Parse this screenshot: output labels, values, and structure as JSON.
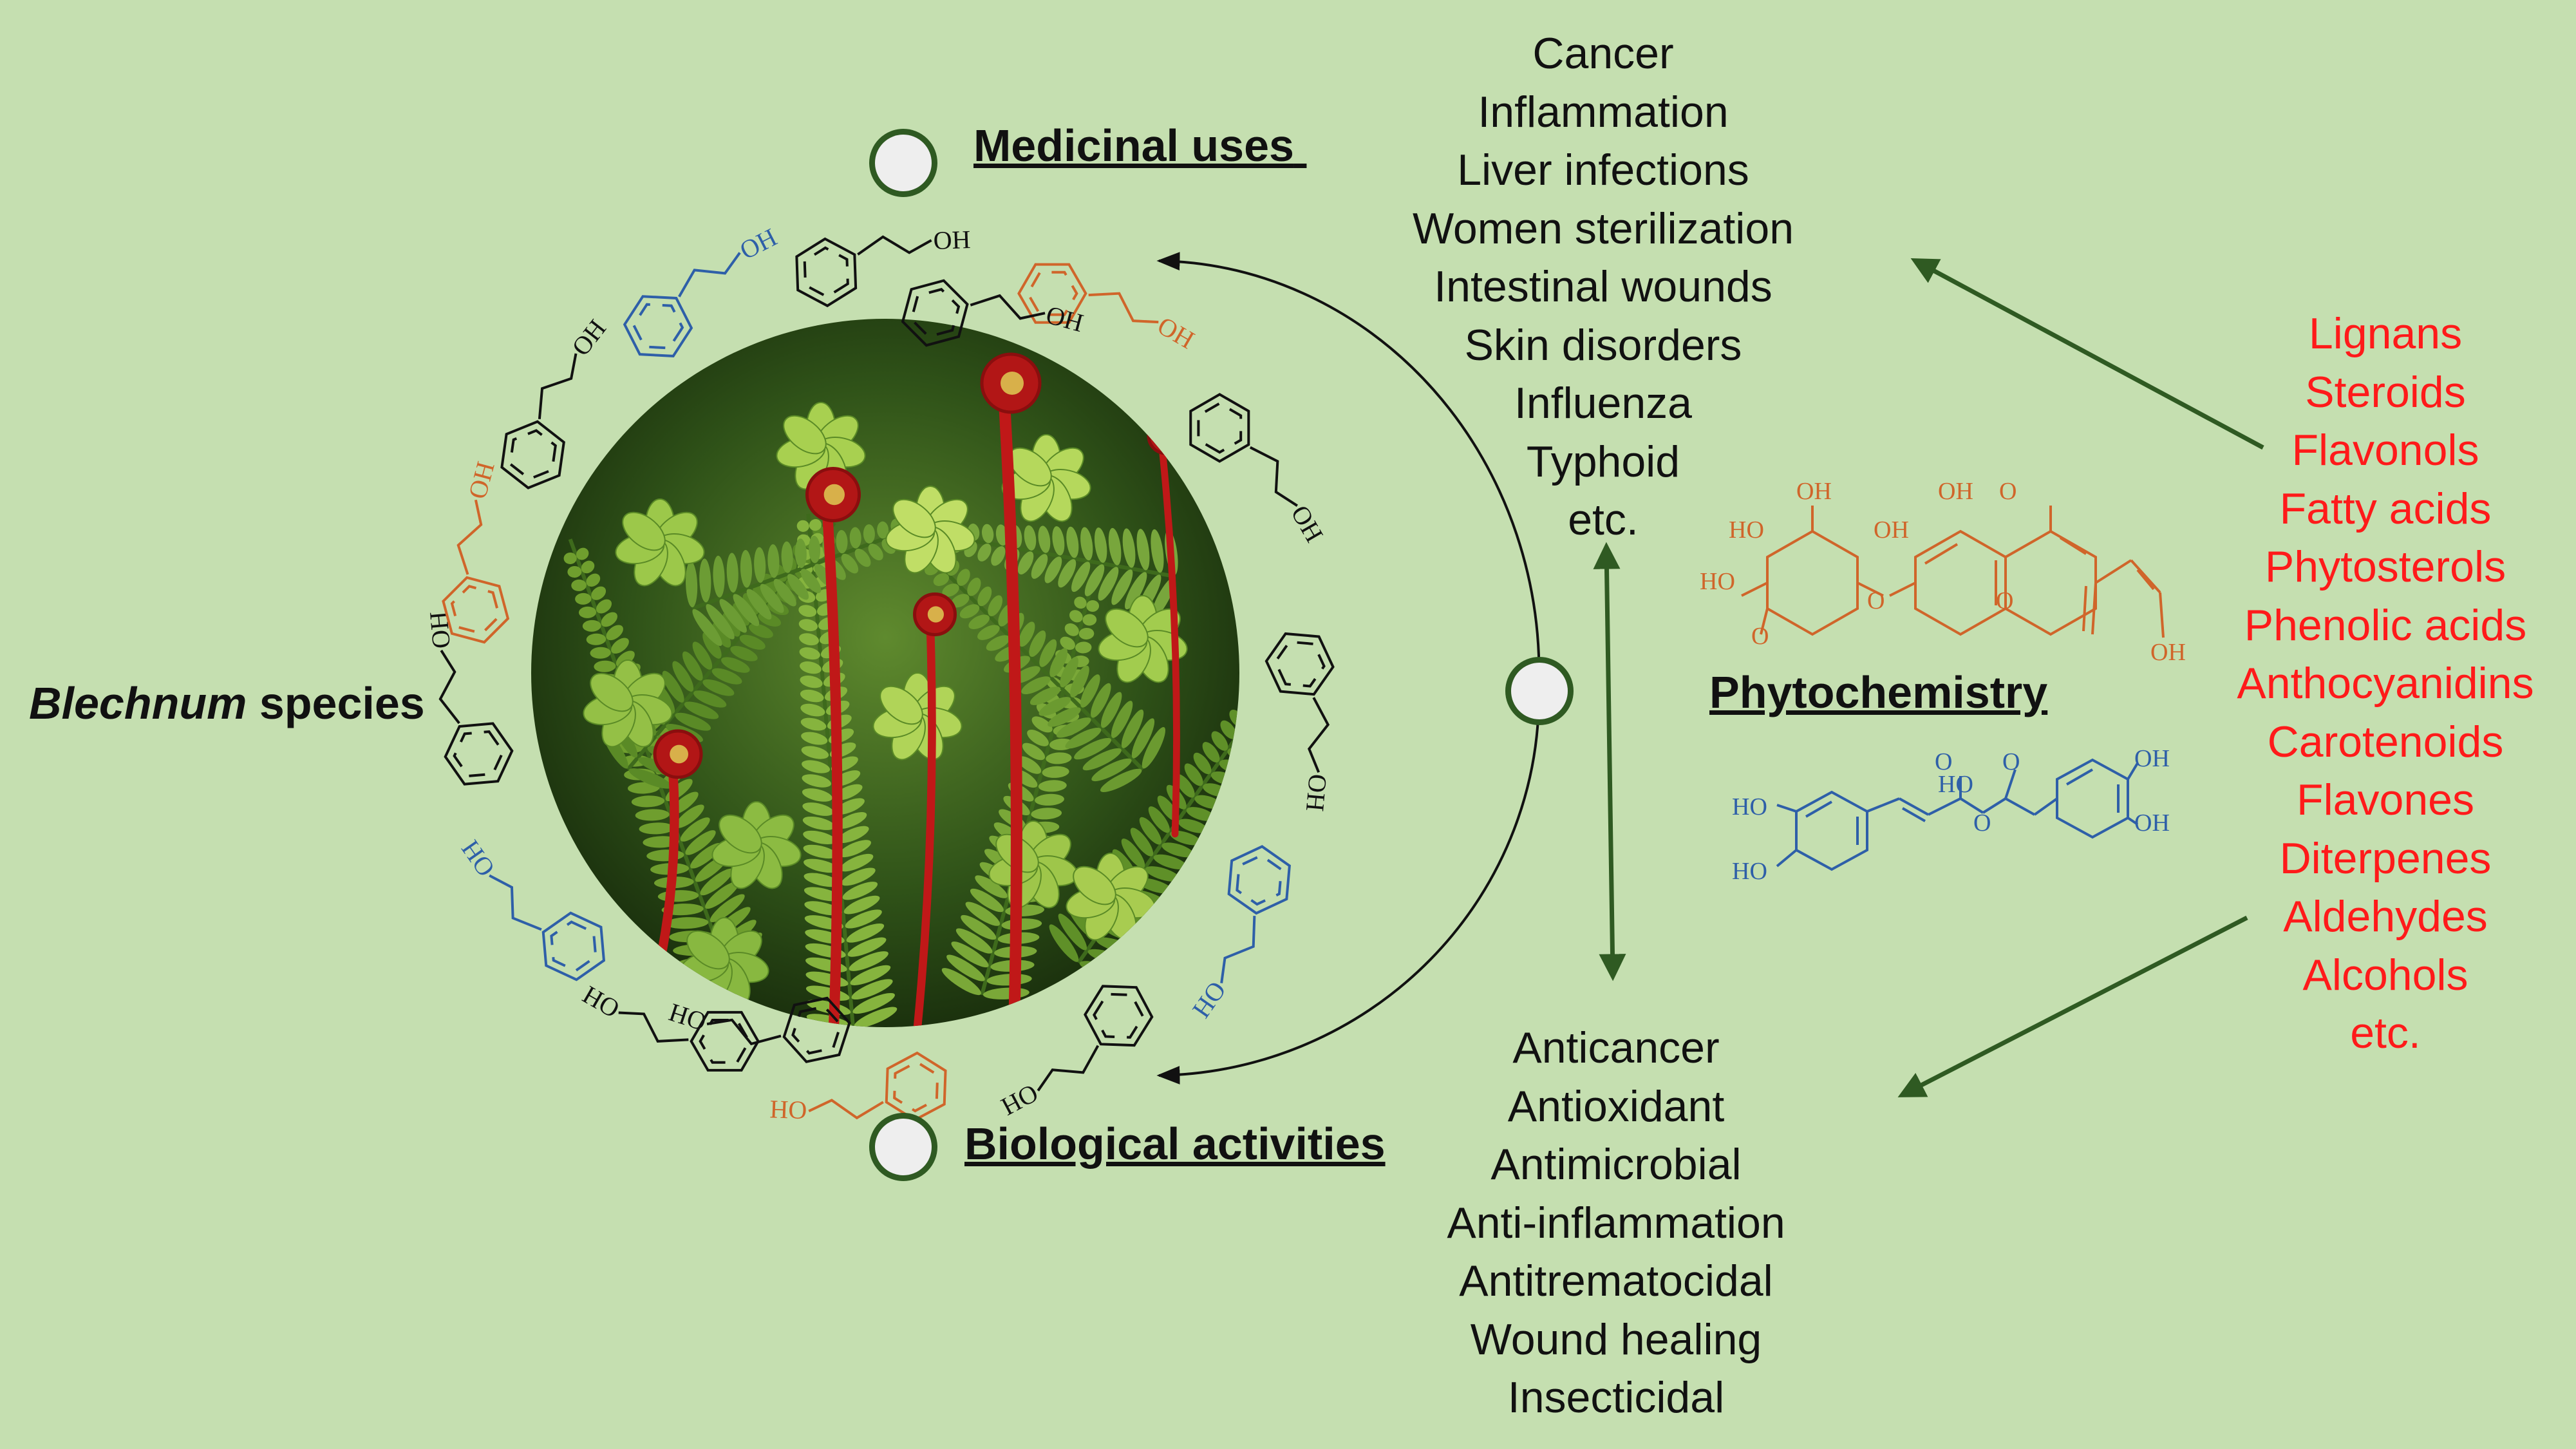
{
  "subject": {
    "genus": "Blechnum",
    "suffix": " species"
  },
  "medicinal_uses": {
    "heading": "Medicinal uses",
    "items": [
      "Cancer",
      "Inflammation",
      "Liver  infections",
      "Women sterilization",
      "Intestinal wounds",
      "Skin disorders",
      "Influenza",
      "Typhoid",
      "etc."
    ]
  },
  "biological_activities": {
    "heading": "Biological activities",
    "items": [
      "Anticancer",
      "Antioxidant",
      "Antimicrobial",
      "Anti-inflammation",
      "Antitrematocidal",
      "Wound healing",
      "Insecticidal"
    ]
  },
  "phytochemistry": {
    "heading": "Phytochemistry",
    "items": [
      "Lignans",
      "Steroids",
      "Flavonols",
      "Fatty acids",
      "Phytosterols",
      "Phenolic acids",
      "Anthocyanidins",
      "Carotenoids",
      "Flavones",
      "Diterpenes",
      "Aldehydes",
      "Alcohols",
      "etc."
    ]
  },
  "molecule_labels": {
    "hydroxyl": "OH",
    "hydroxyl_reversed": "HO",
    "carbonyl_o": "O"
  },
  "colors": {
    "background": "#c5dfb0",
    "text": "#111111",
    "compound_class_text": "#ff1a1a",
    "arrow": "#2f5a22",
    "molecule_black": "#111111",
    "molecule_blue": "#2e5fa8",
    "molecule_orange": "#d0652a"
  }
}
